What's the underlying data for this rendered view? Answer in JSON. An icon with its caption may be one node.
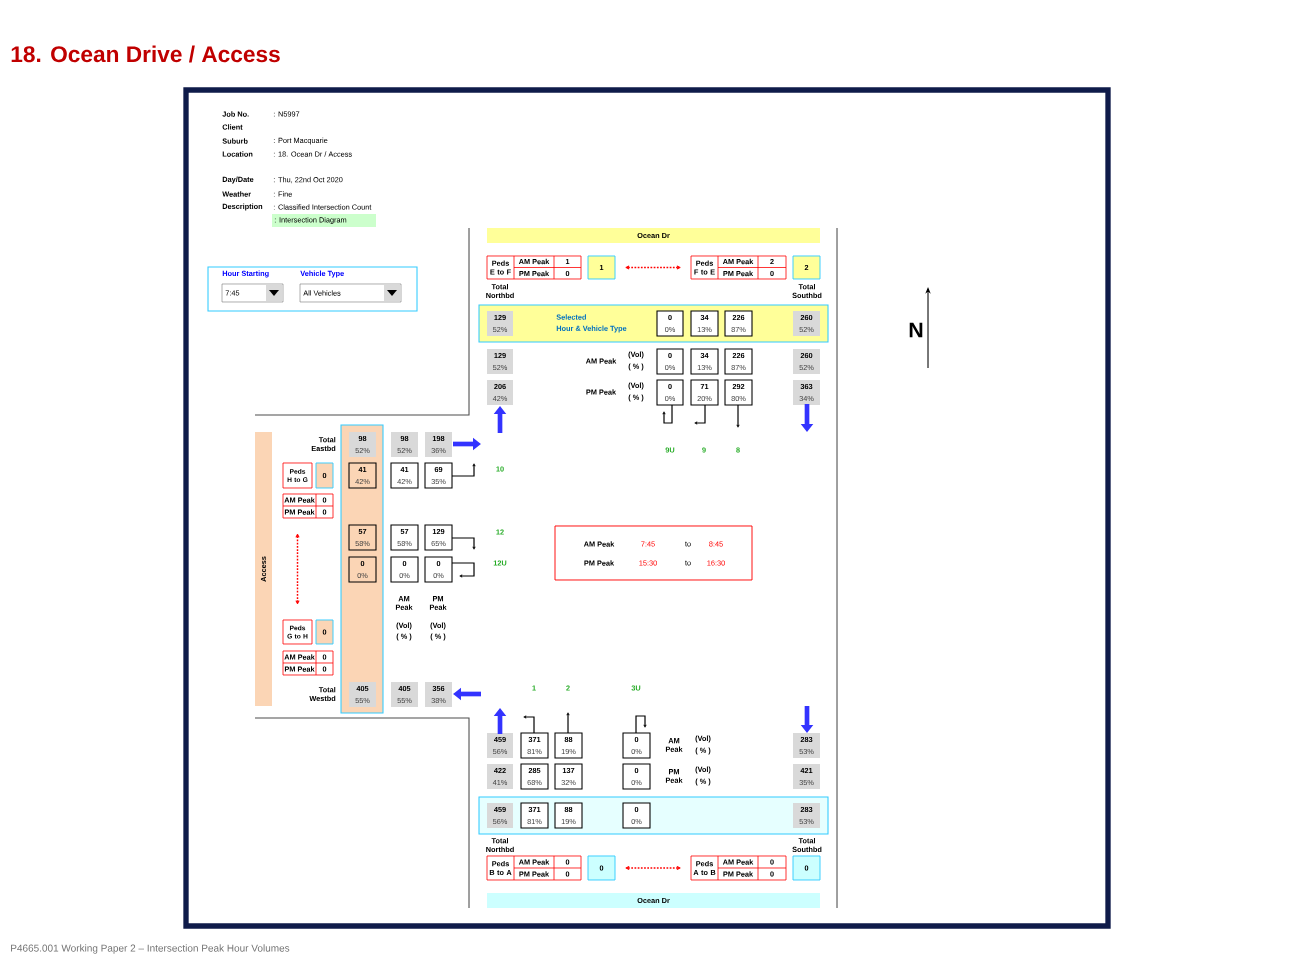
{
  "diagram": {
    "title": "18. Ocean Drive / Access",
    "nodes": [
      {
        "text": [
          ": Intersection Diagram"
        ]
      },
      {
        "text": [
          "Hour Starting",
          "Vehicle Type"
        ]
      },
      {
        "text": [
          "7:45"
        ],
        "in": 1
      },
      {
        "text": [
          "All Vehicles"
        ],
        "in": 1
      },
      {
        "text": [
          "Ocean Dr"
        ]
      },
      {
        "text": [
          "Peds E to F",
          "AM Peak",
          "1",
          "PM Peak",
          "0"
        ]
      },
      {
        "text": [
          "1"
        ]
      },
      {
        "text": [
          "Peds F to E",
          "AM Peak",
          "2",
          "PM Peak",
          "0"
        ]
      },
      {
        "text": [
          "2"
        ]
      },
      {
        "text": [
          "Selected",
          "Hour & Vehicle Type"
        ]
      },
      {
        "text": [
          "129",
          "52%"
        ],
        "in": 9
      },
      {
        "text": [
          "0",
          "0%"
        ],
        "in": 9
      },
      {
        "text": [
          "34",
          "13%"
        ],
        "in": 9
      },
      {
        "text": [
          "226",
          "87%"
        ],
        "in": 9
      },
      {
        "text": [
          "260",
          "52%"
        ],
        "in": 9
      },
      {
        "text": [
          "129",
          "52%"
        ]
      },
      {
        "text": [
          "0",
          "0%"
        ]
      },
      {
        "text": [
          "34",
          "13%"
        ]
      },
      {
        "text": [
          "226",
          "87%"
        ]
      },
      {
        "text": [
          "260",
          "52%"
        ]
      },
      {
        "text": [
          "206",
          "42%"
        ]
      },
      {
        "text": [
          "0",
          "0%"
        ]
      },
      {
        "text": [
          "71",
          "20%"
        ]
      },
      {
        "text": [
          "292",
          "80%"
        ]
      },
      {
        "text": [
          "363",
          "34%"
        ]
      },
      {
        "text": [
          "Access"
        ]
      },
      {
        "text": [],
        "shape": "box"
      },
      {
        "text": [
          "98",
          "52%"
        ],
        "in": 26
      },
      {
        "text": [
          "98",
          "52%"
        ]
      },
      {
        "text": [
          "198",
          "36%"
        ]
      },
      {
        "text": [
          "Peds H to G"
        ]
      },
      {
        "text": [
          "0"
        ]
      },
      {
        "text": [
          "41",
          "42%"
        ],
        "in": 26
      },
      {
        "text": [
          "41",
          "42%"
        ]
      },
      {
        "text": [
          "69",
          "35%"
        ]
      },
      {
        "text": [
          "AM Peak",
          "0",
          "PM Peak",
          "0"
        ]
      },
      {
        "text": [
          "57",
          "58%"
        ],
        "in": 26
      },
      {
        "text": [
          "57",
          "58%"
        ]
      },
      {
        "text": [
          "129",
          "65%"
        ]
      },
      {
        "text": [
          "0",
          "0%"
        ],
        "in": 26
      },
      {
        "text": [
          "0",
          "0%"
        ]
      },
      {
        "text": [
          "0",
          "0%"
        ]
      },
      {
        "text": [
          "Peds G to H"
        ]
      },
      {
        "text": [
          "0"
        ]
      },
      {
        "text": [
          "AM Peak",
          "0",
          "PM Peak",
          "0"
        ]
      },
      {
        "text": [
          "405",
          "55%"
        ],
        "in": 26
      },
      {
        "text": [
          "405",
          "55%"
        ]
      },
      {
        "text": [
          "356",
          "38%"
        ]
      },
      {
        "text": [
          "AM Peak",
          "7:45",
          "to",
          "8:45",
          "PM Peak",
          "15:30",
          "to",
          "16:30"
        ]
      },
      {
        "text": [
          "459",
          "56%"
        ]
      },
      {
        "text": [
          "371",
          "81%"
        ]
      },
      {
        "text": [
          "88",
          "19%"
        ]
      },
      {
        "text": [
          "0",
          "0%"
        ]
      },
      {
        "text": [
          "283",
          "53%"
        ]
      },
      {
        "text": [
          "422",
          "41%"
        ]
      },
      {
        "text": [
          "285",
          "68%"
        ]
      },
      {
        "text": [
          "137",
          "32%"
        ]
      },
      {
        "text": [
          "0",
          "0%"
        ]
      },
      {
        "text": [
          "421",
          "35%"
        ]
      },
      {
        "text": [],
        "shape": "box"
      },
      {
        "text": [
          "459",
          "56%"
        ],
        "in": 59
      },
      {
        "text": [
          "371",
          "81%"
        ],
        "in": 59
      },
      {
        "text": [
          "88",
          "19%"
        ],
        "in": 59
      },
      {
        "text": [
          "0",
          "0%"
        ],
        "in": 59
      },
      {
        "text": [
          "283",
          "53%"
        ],
        "in": 59
      },
      {
        "text": [
          "Peds B to A",
          "AM Peak",
          "0",
          "PM Peak",
          "0"
        ]
      },
      {
        "text": [
          "0"
        ]
      },
      {
        "text": [
          "Peds A to B",
          "AM Peak",
          "0",
          "PM Peak",
          "0"
        ]
      },
      {
        "text": [
          "0"
        ]
      },
      {
        "text": [
          "Ocean Dr"
        ]
      }
    ],
    "edges": [
      {
        "from": 6,
        "to": 7,
        "arrow": "both",
        "style": "dashed",
        "color": "#ff0000"
      },
      {
        "from": 35,
        "to": 42,
        "arrow": "both",
        "style": "dashed",
        "color": "#ff0000"
      },
      {
        "from": 66,
        "to": 67,
        "arrow": "both",
        "style": "dashed",
        "color": "#ff0000"
      }
    ],
    "labels": [
      "Job No.",
      ": N5997",
      "Client",
      "Suburb",
      ": Port Macquarie",
      "Location",
      ": 18. Ocean Dr / Access",
      "Day/Date",
      ": Thu, 22nd Oct 2020",
      "Weather",
      ": Fine",
      "Description",
      ": Classified Intersection Count",
      "Total Northbd",
      "Total Southbd",
      "N",
      "AM Peak",
      "(Vol)",
      "( % )",
      "PM Peak",
      "(Vol)",
      "( % )",
      "9U",
      "9",
      "8",
      "Total Eastbd",
      "10",
      "12",
      "12U",
      "AM Peak",
      "PM Peak",
      "(Vol)",
      "( % )",
      "(Vol)",
      "( % )",
      "Total Westbd",
      "1",
      "2",
      "3U",
      "AM Peak",
      "(Vol)",
      "( % )",
      "PM Peak",
      "(Vol)",
      "( % )",
      "Total Northbd",
      "Total Southbd",
      "P4665.001 Working Paper 2 – Intersection Peak Hour Volumes"
    ]
  }
}
